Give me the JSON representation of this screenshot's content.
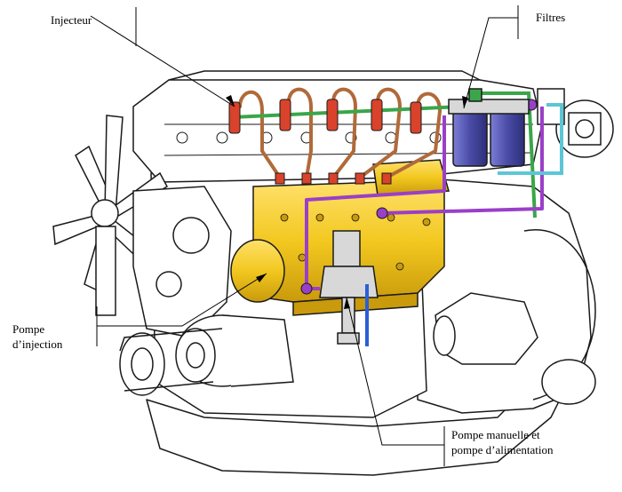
{
  "labels": {
    "injecteur": "Injecteur",
    "filtres": "Filtres",
    "pompe_injection_line1": "Pompe",
    "pompe_injection_line2": "d’injection",
    "pompe_manuelle_line1": "Pompe manuelle et",
    "pompe_manuelle_line2": "pompe d’alimentation"
  },
  "colors": {
    "outline": "#1a1a1a",
    "engine_fill": "#ffffff",
    "pump_yellow": "#f2c81f",
    "pump_yellow_dark": "#c99a0c",
    "fuel_line_copper": "#b06a3a",
    "fuel_line_green": "#3aa64a",
    "return_line_purple": "#9a3fc8",
    "cyan_line": "#5cc6d6",
    "filter_blue": "#4a4ca6",
    "injector_red": "#d9432b",
    "feed_blue": "#2b5fd6"
  },
  "icons": [
    "fan-icon",
    "injector-icon",
    "filter-icon"
  ]
}
